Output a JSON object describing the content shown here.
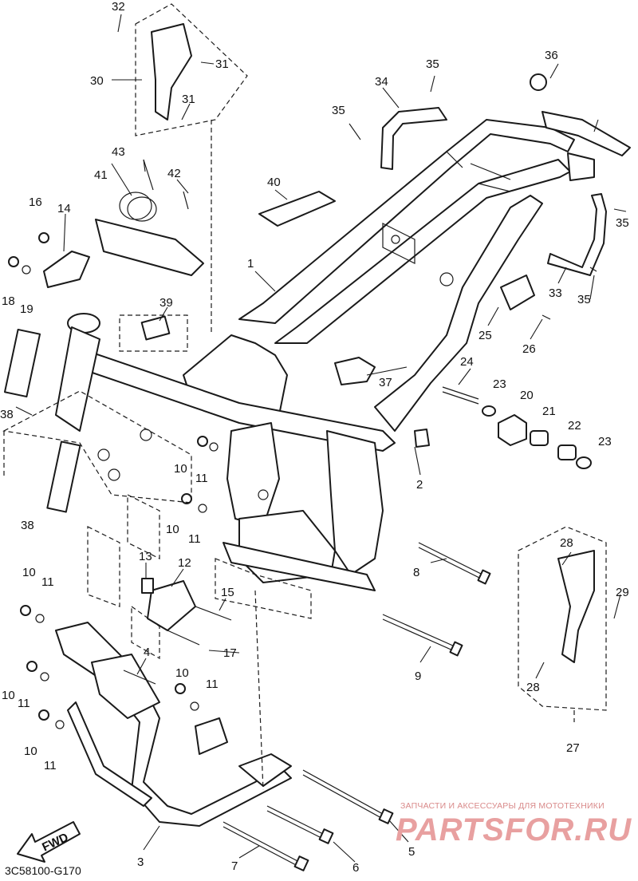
{
  "diagram": {
    "code": "3C58100-G170",
    "fwd_label": "FWD",
    "watermark_caption": "ЗАПЧАСТИ И АКСЕССУАРЫ ДЛЯ МОТОТЕХНИКИ",
    "watermark_logo": "PARTSFOR.RU",
    "callouts": [
      {
        "id": "c1",
        "text": "1"
      },
      {
        "id": "c2",
        "text": "2"
      },
      {
        "id": "c3",
        "text": "3"
      },
      {
        "id": "c4",
        "text": "4"
      },
      {
        "id": "c5",
        "text": "5"
      },
      {
        "id": "c6",
        "text": "6"
      },
      {
        "id": "c7",
        "text": "7"
      },
      {
        "id": "c8",
        "text": "8"
      },
      {
        "id": "c9",
        "text": "9"
      },
      {
        "id": "c10a",
        "text": "10"
      },
      {
        "id": "c10b",
        "text": "10"
      },
      {
        "id": "c10c",
        "text": "10"
      },
      {
        "id": "c10d",
        "text": "10"
      },
      {
        "id": "c10e",
        "text": "10"
      },
      {
        "id": "c10f",
        "text": "10"
      },
      {
        "id": "c11a",
        "text": "11"
      },
      {
        "id": "c11b",
        "text": "11"
      },
      {
        "id": "c11c",
        "text": "11"
      },
      {
        "id": "c11d",
        "text": "11"
      },
      {
        "id": "c11e",
        "text": "11"
      },
      {
        "id": "c11f",
        "text": "11"
      },
      {
        "id": "c12",
        "text": "12"
      },
      {
        "id": "c13",
        "text": "13"
      },
      {
        "id": "c14",
        "text": "14"
      },
      {
        "id": "c15",
        "text": "15"
      },
      {
        "id": "c16",
        "text": "16"
      },
      {
        "id": "c17",
        "text": "17"
      },
      {
        "id": "c18",
        "text": "18"
      },
      {
        "id": "c19",
        "text": "19"
      },
      {
        "id": "c20",
        "text": "20"
      },
      {
        "id": "c21",
        "text": "21"
      },
      {
        "id": "c22",
        "text": "22"
      },
      {
        "id": "c23a",
        "text": "23"
      },
      {
        "id": "c23b",
        "text": "23"
      },
      {
        "id": "c24",
        "text": "24"
      },
      {
        "id": "c25",
        "text": "25"
      },
      {
        "id": "c26",
        "text": "26"
      },
      {
        "id": "c27",
        "text": "27"
      },
      {
        "id": "c28a",
        "text": "28"
      },
      {
        "id": "c28b",
        "text": "28"
      },
      {
        "id": "c29",
        "text": "29"
      },
      {
        "id": "c30",
        "text": "30"
      },
      {
        "id": "c31a",
        "text": "31"
      },
      {
        "id": "c31b",
        "text": "31"
      },
      {
        "id": "c32",
        "text": "32"
      },
      {
        "id": "c33",
        "text": "33"
      },
      {
        "id": "c34",
        "text": "34"
      },
      {
        "id": "c35a",
        "text": "35"
      },
      {
        "id": "c35b",
        "text": "35"
      },
      {
        "id": "c35c",
        "text": "35"
      },
      {
        "id": "c35d",
        "text": "35"
      },
      {
        "id": "c36",
        "text": "36"
      },
      {
        "id": "c37",
        "text": "37"
      },
      {
        "id": "c38a",
        "text": "38"
      },
      {
        "id": "c38b",
        "text": "38"
      },
      {
        "id": "c39",
        "text": "39"
      },
      {
        "id": "c40",
        "text": "40"
      },
      {
        "id": "c41",
        "text": "41"
      },
      {
        "id": "c42",
        "text": "42"
      },
      {
        "id": "c43",
        "text": "43"
      }
    ]
  }
}
